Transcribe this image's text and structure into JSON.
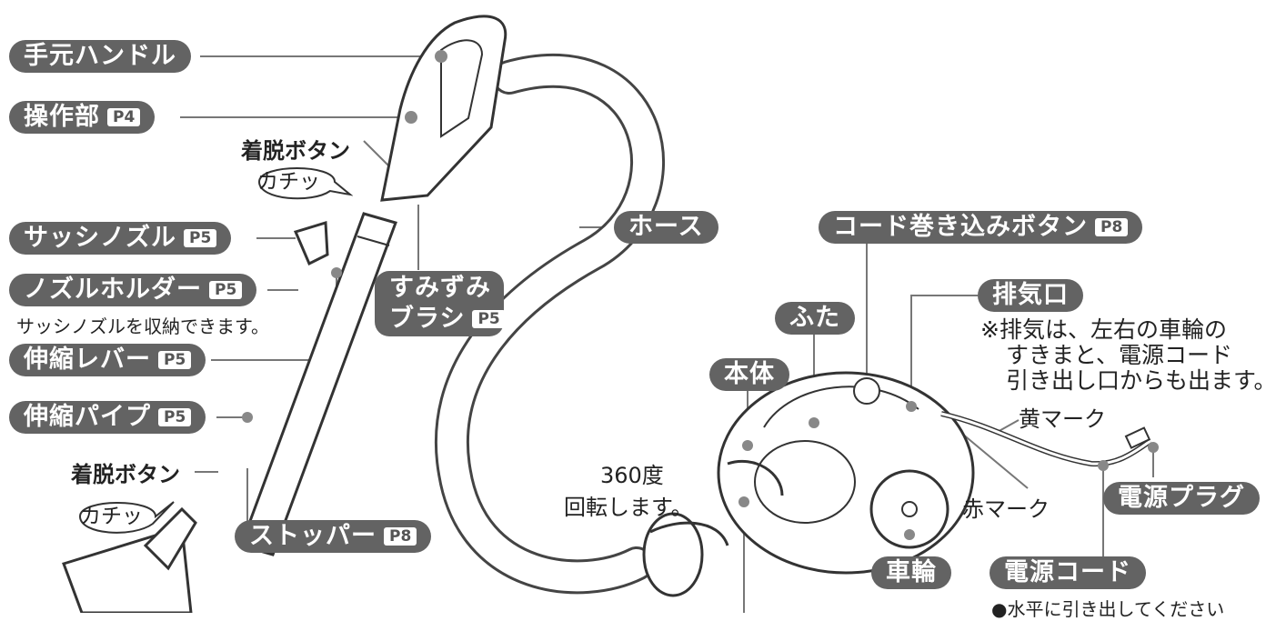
{
  "labels": {
    "hand_handle": "手元ハンドル",
    "control_unit": "操作部",
    "control_unit_page": "P4",
    "sash_nozzle": "サッシノズル",
    "sash_nozzle_page": "P5",
    "nozzle_holder": "ノズルホルダー",
    "nozzle_holder_page": "P5",
    "nozzle_holder_note": "サッシノズルを収納できます。",
    "extension_lever": "伸縮レバー",
    "extension_lever_page": "P5",
    "extension_pipe": "伸縮パイプ",
    "extension_pipe_page": "P5",
    "release_button_top": "着脱ボタン",
    "release_button_bottom": "着脱ボタン",
    "click_top": "カチッ",
    "click_bottom": "カチッ",
    "corner_brush_line1": "すみずみ",
    "corner_brush_line2": "ブラシ",
    "corner_brush_page": "P5",
    "hose": "ホース",
    "cord_rewind_button": "コード巻き込みボタン",
    "cord_rewind_page": "P8",
    "exhaust": "排気口",
    "exhaust_note_line1": "※排気は、左右の車輪の",
    "exhaust_note_line2": "すきまと、電源コード",
    "exhaust_note_line3": "引き出し口からも出ます。",
    "lid": "ふた",
    "body": "本体",
    "yellow_mark": "黄マーク",
    "red_mark": "赤マーク",
    "power_plug": "電源プラグ",
    "power_cord": "電源コード",
    "power_cord_note": "●水平に引き出してください",
    "wheel": "車輪",
    "stopper": "ストッパー",
    "stopper_page": "P8",
    "rotation_line1": "360度",
    "rotation_line2": "回転します。"
  }
}
